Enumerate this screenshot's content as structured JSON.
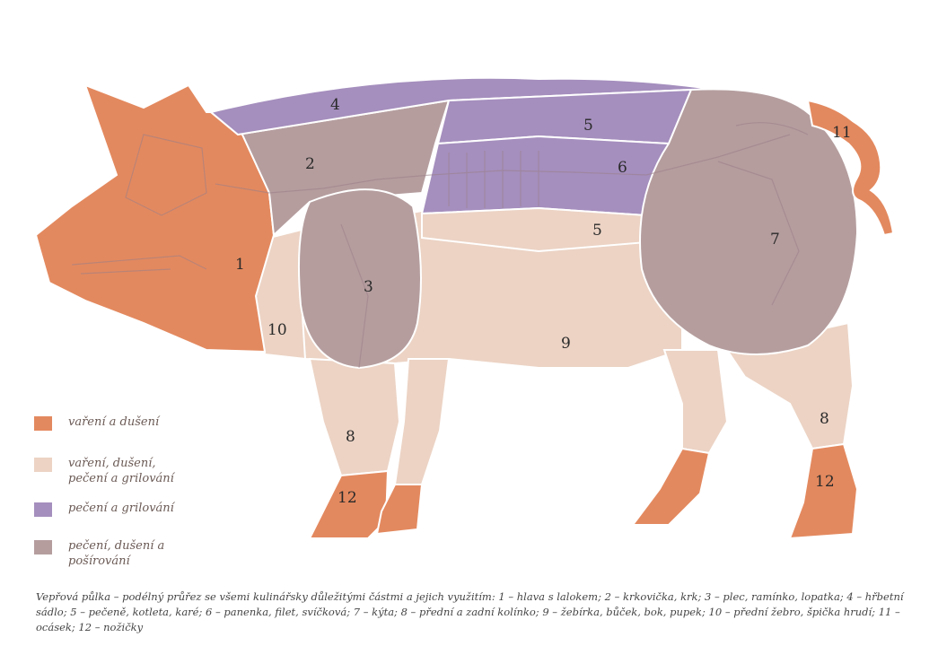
{
  "colors": {
    "boil": "#e3895f",
    "boil_roast": "#ecd3c4",
    "roast": "#a58fbe",
    "roast_poach": "#b59d9e",
    "outline": "#ffffff",
    "bone": "#9a7f88"
  },
  "cuts": [
    {
      "number": "1"
    },
    {
      "number": "2"
    },
    {
      "number": "3"
    },
    {
      "number": "4"
    },
    {
      "number": "5"
    },
    {
      "number": "5"
    },
    {
      "number": "6"
    },
    {
      "number": "7"
    },
    {
      "number": "8"
    },
    {
      "number": "8"
    },
    {
      "number": "9"
    },
    {
      "number": "10"
    },
    {
      "number": "11"
    },
    {
      "number": "12"
    },
    {
      "number": "12"
    }
  ],
  "legend": [
    {
      "label": "vaření a dušení",
      "color": "#e3895f"
    },
    {
      "label": "vaření, dušení, pečení a grilování",
      "color": "#ecd3c4"
    },
    {
      "label": "pečení a grilování",
      "color": "#a58fbe"
    },
    {
      "label": "pečení, dušení a pošírování",
      "color": "#b59d9e"
    }
  ],
  "caption": "Vepřová půlka – podélný průřez se všemi kulinářsky důležitými částmi a jejich využitím: 1 – hlava s lalokem; 2 – krkovička, krk; 3 – plec, ramínko, lopatka; 4 – hřbetní sádlo; 5 – pečeně, kotleta, karé; 6 – panenka, filet, svíčková; 7 – kýta; 8 – přední a zadní kolínko; 9 – žebírka, bůček, bok, pupek; 10 – přední žebro, špička hrudí; 11 – ocásek; 12 – nožičky"
}
